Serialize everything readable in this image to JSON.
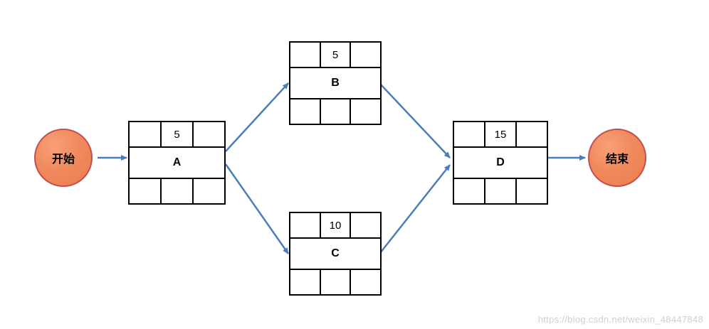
{
  "diagram": {
    "type": "activity-on-node network diagram",
    "terminals": [
      {
        "id": "start",
        "label": "开始"
      },
      {
        "id": "end",
        "label": "结束"
      }
    ],
    "nodes": [
      {
        "id": "A",
        "name": "A",
        "duration": "5"
      },
      {
        "id": "B",
        "name": "B",
        "duration": "5"
      },
      {
        "id": "C",
        "name": "C",
        "duration": "10"
      },
      {
        "id": "D",
        "name": "D",
        "duration": "15"
      }
    ],
    "edges": [
      {
        "from": "start",
        "to": "A"
      },
      {
        "from": "A",
        "to": "B"
      },
      {
        "from": "A",
        "to": "C"
      },
      {
        "from": "B",
        "to": "D"
      },
      {
        "from": "C",
        "to": "D"
      },
      {
        "from": "D",
        "to": "end"
      }
    ],
    "colors": {
      "arrow": "#4a7ebb",
      "node_border": "#000000",
      "terminal_fill": "#ef8a5c",
      "terminal_border": "#c0504d"
    }
  },
  "watermark": {
    "text": "https://blog.csdn.net/weixin_48447848"
  }
}
